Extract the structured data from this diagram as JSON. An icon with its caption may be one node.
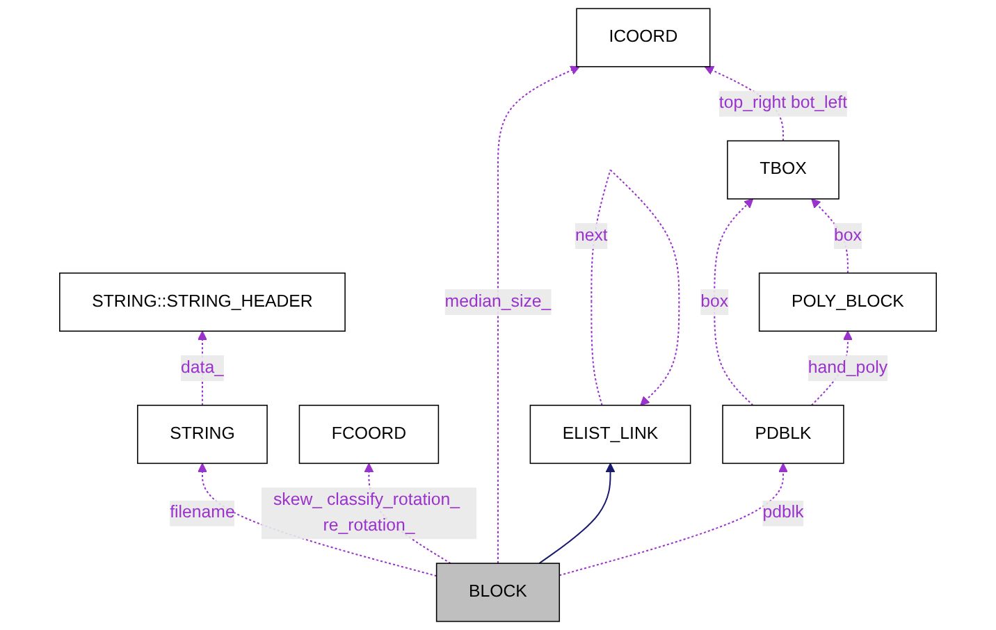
{
  "diagram": {
    "nodes": [
      {
        "text": [
          "ICOORD"
        ]
      },
      {
        "text": [
          "TBOX"
        ]
      },
      {
        "text": [
          "STRING::STRING_HEADER"
        ]
      },
      {
        "text": [
          "POLY_BLOCK"
        ]
      },
      {
        "text": [
          "ELIST_LINK"
        ]
      },
      {
        "text": [
          "FCOORD"
        ]
      },
      {
        "text": [
          "STRING"
        ]
      },
      {
        "text": [
          "PDBLK"
        ]
      },
      {
        "text": [
          "BLOCK"
        ]
      }
    ],
    "edges": [
      {
        "from": 8,
        "to": 4,
        "arrow": "to",
        "color": "#191970"
      },
      {
        "from": 4,
        "to": 4,
        "arrow": "to",
        "label": "next",
        "style": "dashed"
      },
      {
        "from": 8,
        "to": 5,
        "arrow": "to",
        "label": "skew_ classify_rotation_ re_rotation_",
        "style": "dashed"
      },
      {
        "from": 8,
        "to": 6,
        "arrow": "to",
        "label": "filename",
        "style": "dashed"
      },
      {
        "from": 6,
        "to": 2,
        "arrow": "to",
        "label": "data_",
        "style": "dashed"
      },
      {
        "from": 8,
        "to": 0,
        "arrow": "to",
        "label": "median_size_",
        "style": "dashed"
      },
      {
        "from": 8,
        "to": 7,
        "arrow": "to",
        "label": "pdblk",
        "style": "dashed"
      },
      {
        "from": 7,
        "to": 1,
        "arrow": "to",
        "label": "box",
        "style": "dashed"
      },
      {
        "from": 7,
        "to": 3,
        "arrow": "to",
        "label": "hand_poly",
        "style": "dashed"
      },
      {
        "from": 3,
        "to": 1,
        "arrow": "to",
        "label": "box",
        "style": "dashed"
      },
      {
        "from": 1,
        "to": 0,
        "arrow": "to",
        "label": "top_right bot_left",
        "style": "dashed"
      }
    ]
  }
}
